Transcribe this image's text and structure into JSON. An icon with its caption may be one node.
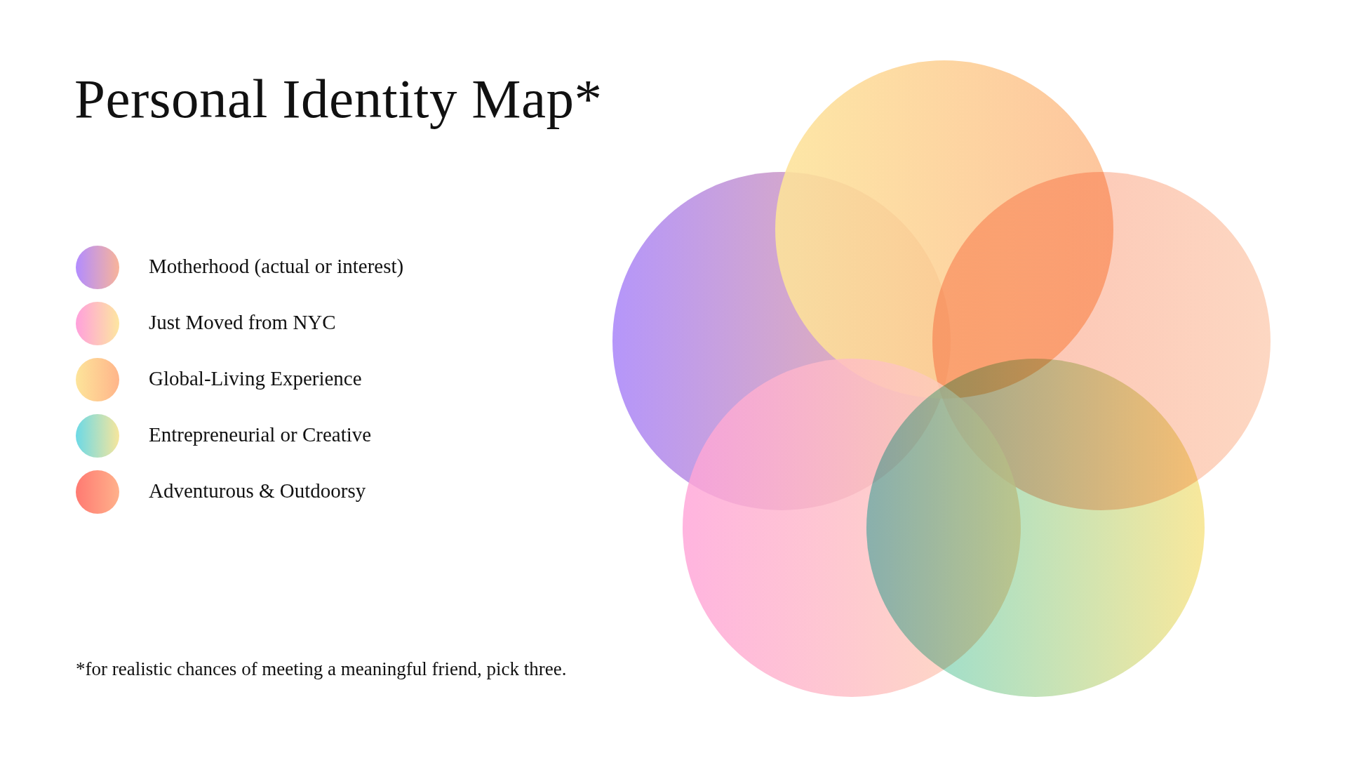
{
  "diagram": {
    "title": "Personal Identity Map*",
    "caption": "*for realistic chances of meeting a meaningful friend, pick three.",
    "nodes": [
      {
        "text": [],
        "shape": "circle"
      },
      {
        "text": [],
        "shape": "circle"
      },
      {
        "text": [],
        "shape": "circle"
      },
      {
        "text": [],
        "shape": "circle"
      },
      {
        "text": [],
        "shape": "circle"
      }
    ],
    "legend": [
      {
        "text": "Motherhood (actual or interest)"
      },
      {
        "text": "Just Moved from NYC"
      },
      {
        "text": "Global-Living Experience"
      },
      {
        "text": "Entrepreneurial or Creative"
      },
      {
        "text": "Adventurous & Outdoorsy"
      }
    ]
  }
}
